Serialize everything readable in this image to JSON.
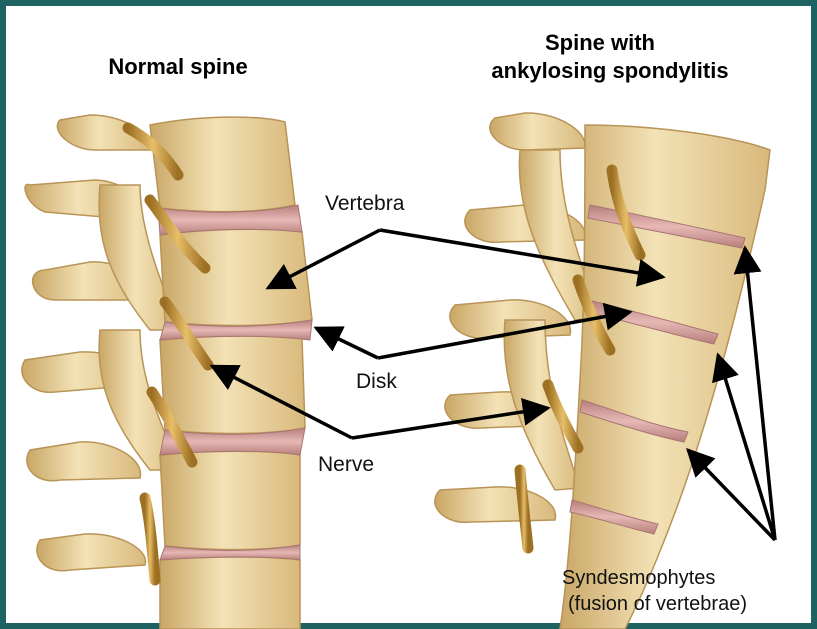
{
  "titles": {
    "normal": "Normal spine",
    "as_line1": "Spine with",
    "as_line2": "ankylosing spondylitis"
  },
  "labels": {
    "vertebra": "Vertebra",
    "disk": "Disk",
    "nerve": "Nerve",
    "syndesmophytes_line1": "Syndesmophytes",
    "syndesmophytes_line2": "(fusion of vertebrae)"
  },
  "colors": {
    "frame": "#1e6262",
    "bone": "#e9d3a0",
    "bone_shadow": "#c9a766",
    "disk": "#d4a3a0",
    "nerve": "#c99a3e",
    "arrow": "#000000"
  }
}
